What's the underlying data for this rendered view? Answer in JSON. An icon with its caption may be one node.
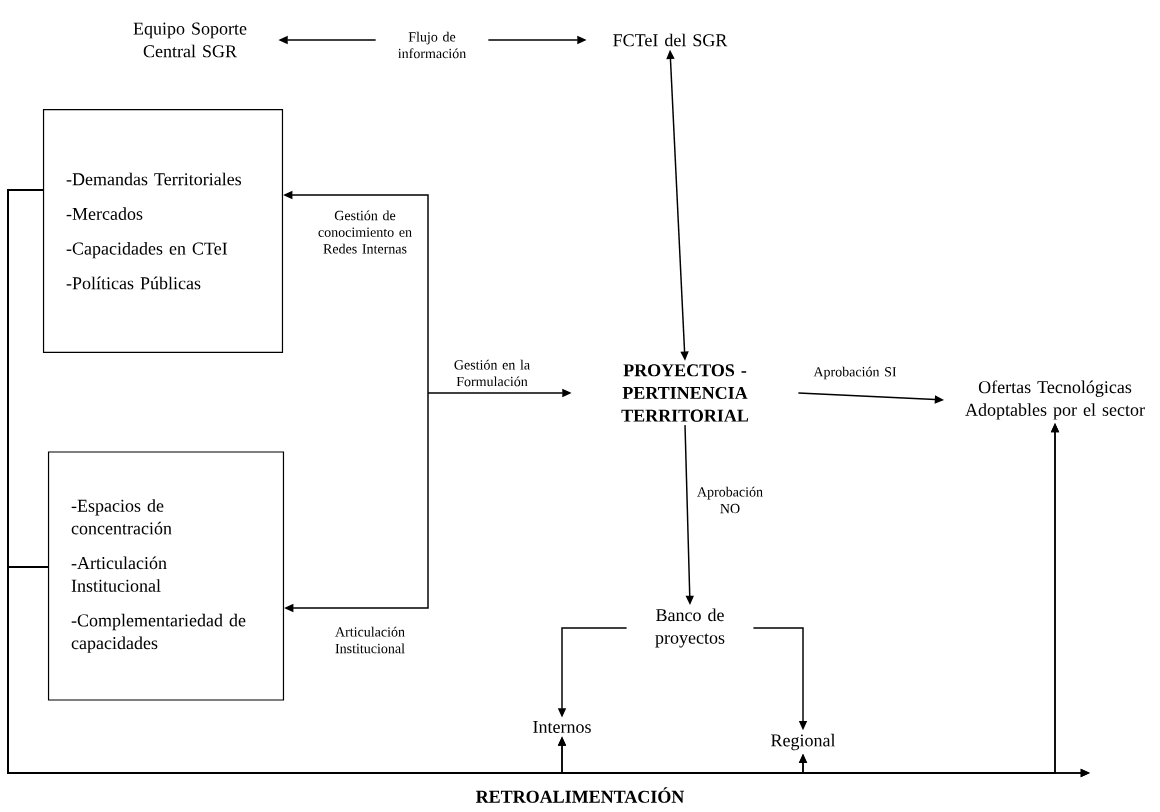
{
  "diagram": {
    "nodes": [
      {
        "text": [
          "Equipo Soporte Central SGR"
        ]
      },
      {
        "text": [
          "FCTeI del SGR"
        ]
      },
      {
        "text": [
          "-Demandas Territoriales",
          "-Mercados",
          "-Capacidades en CTeI",
          "-Políticas Públicas"
        ]
      },
      {
        "text": [
          "-Espacios de concentración",
          "-Articulación Institucional",
          "-Complementariedad de capacidades"
        ]
      },
      {
        "text": [
          "PROYECTOS - PERTINENCIA TERRITORIAL"
        ]
      },
      {
        "text": [
          "Ofertas Tecnológicas Adoptables por el sector"
        ]
      },
      {
        "text": [
          "Banco de proyectos"
        ]
      },
      {
        "text": [
          "Internos"
        ]
      },
      {
        "text": [
          "Regional"
        ]
      }
    ],
    "edges": [
      {
        "from": 0,
        "to": 1,
        "arrow": "both",
        "label": "Flujo de información"
      },
      {
        "from": 1,
        "to": 4,
        "arrow": "both"
      },
      {
        "from": null,
        "to": 2,
        "arrow": "to",
        "label": "Gestión de conocimiento en Redes Internas"
      },
      {
        "from": null,
        "to": 3,
        "arrow": "to",
        "label": "Articulación Institucional"
      },
      {
        "from": null,
        "to": 4,
        "arrow": "to",
        "label": "Gestión en la Formulación"
      },
      {
        "from": 4,
        "to": 5,
        "arrow": "to",
        "label": "Aprobación SI"
      },
      {
        "from": 4,
        "to": 6,
        "arrow": "to",
        "label": "Aprobación NO"
      },
      {
        "from": 6,
        "to": 7,
        "arrow": "to"
      },
      {
        "from": 6,
        "to": 8,
        "arrow": "to"
      },
      {
        "from": 2,
        "to": 7,
        "arrow": "to"
      },
      {
        "from": 2,
        "to": 8,
        "arrow": "to"
      },
      {
        "from": 2,
        "to": 5,
        "arrow": "to"
      },
      {
        "from": 2,
        "to": null,
        "arrow": "to"
      },
      {
        "from": 3,
        "to": 7,
        "arrow": "to"
      },
      {
        "from": 3,
        "to": 8,
        "arrow": "to"
      },
      {
        "from": 3,
        "to": 5,
        "arrow": "to"
      },
      {
        "from": 3,
        "to": null,
        "arrow": "to"
      }
    ],
    "labels": [
      "RETROALIMENTACIÓN"
    ]
  }
}
